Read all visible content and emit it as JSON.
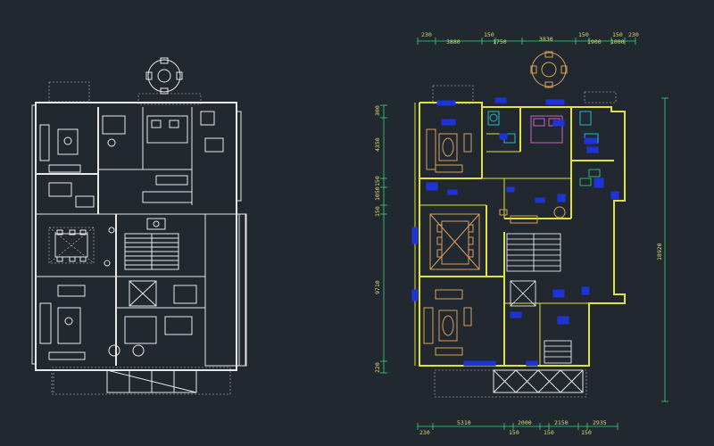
{
  "drawing": {
    "top_dimensions": [
      "230",
      "3880",
      "150",
      "1750",
      "3830",
      "150",
      "1900",
      "150",
      "1000",
      "230"
    ],
    "bottom_dimensions": [
      "5310",
      "2000",
      "2150",
      "2935",
      "230",
      "150",
      "150",
      "150"
    ],
    "left_dimensions": [
      "300",
      "4350",
      "150",
      "1050",
      "150",
      "9710",
      "220"
    ],
    "right_dimensions": [
      "18920"
    ]
  },
  "colors": {
    "background": "#212830",
    "walls_plan_a": "#e8e8e8",
    "walls_plan_b": "#e1e23c",
    "dimensions": "#d7dc6a",
    "windows": "#1e34d8",
    "furniture": "#d9a05a",
    "stairs": "#ffffff"
  }
}
